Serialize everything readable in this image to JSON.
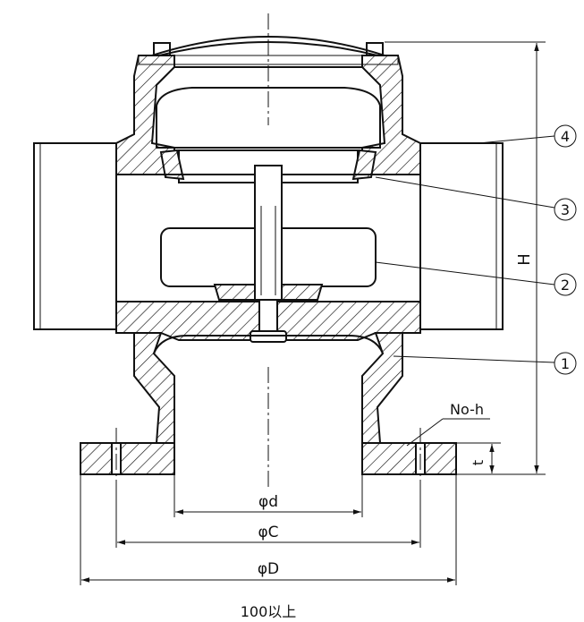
{
  "balloons": [
    {
      "id": "part-1",
      "label": "1"
    },
    {
      "id": "part-2",
      "label": "2"
    },
    {
      "id": "part-3",
      "label": "3"
    },
    {
      "id": "part-4",
      "label": "4"
    }
  ],
  "dimensions": {
    "height": "H",
    "flange_thickness": "t",
    "bolt_holes": "No-h",
    "inner_diameter": "φd",
    "bolt_circle": "φC",
    "outer_diameter": "φD"
  },
  "footnote": "100以上"
}
